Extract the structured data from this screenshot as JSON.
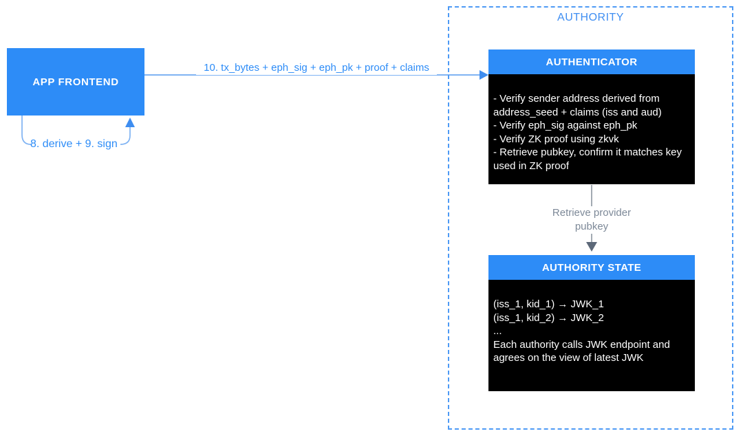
{
  "colors": {
    "blue": "#2d8cf7",
    "light_blue_line": "#7fb3f3",
    "arrow_blue": "#3e8df0",
    "dashed_border_blue": "#4d9af5",
    "authority_title_blue": "#3f8ef2",
    "gray_text": "#7d8998",
    "gray_line": "#8b959f",
    "gray_arrowhead": "#5c6878",
    "box_body_bg": "#000000",
    "box_text": "#ffffff",
    "canvas_bg": "#ffffff"
  },
  "nodes": {
    "app_frontend": {
      "title": "APP FRONTEND"
    },
    "authority_group": {
      "title": "AUTHORITY"
    },
    "authenticator": {
      "title": "AUTHENTICATOR",
      "bullets": [
        "- Verify sender address derived from address_seed + claims (iss and aud)",
        "- Verify eph_sig against eph_pk",
        "- Verify ZK proof using zkvk",
        "- Retrieve pubkey, confirm it matches key used in ZK proof"
      ]
    },
    "authority_state": {
      "title": "AUTHORITY STATE",
      "lines": [
        "(iss_1, kid_1) → JWK_1",
        "(iss_1, kid_2) → JWK_2",
        "...",
        "Each authority calls JWK endpoint and agrees on the view of latest JWK"
      ]
    }
  },
  "edges": {
    "frontend_to_authenticator": {
      "label": "10. tx_bytes + eph_sig + eph_pk + proof + claims"
    },
    "derive_sign_loop": {
      "label": "8. derive + 9. sign"
    },
    "authenticator_to_state": {
      "label": "Retrieve provider pubkey"
    }
  }
}
